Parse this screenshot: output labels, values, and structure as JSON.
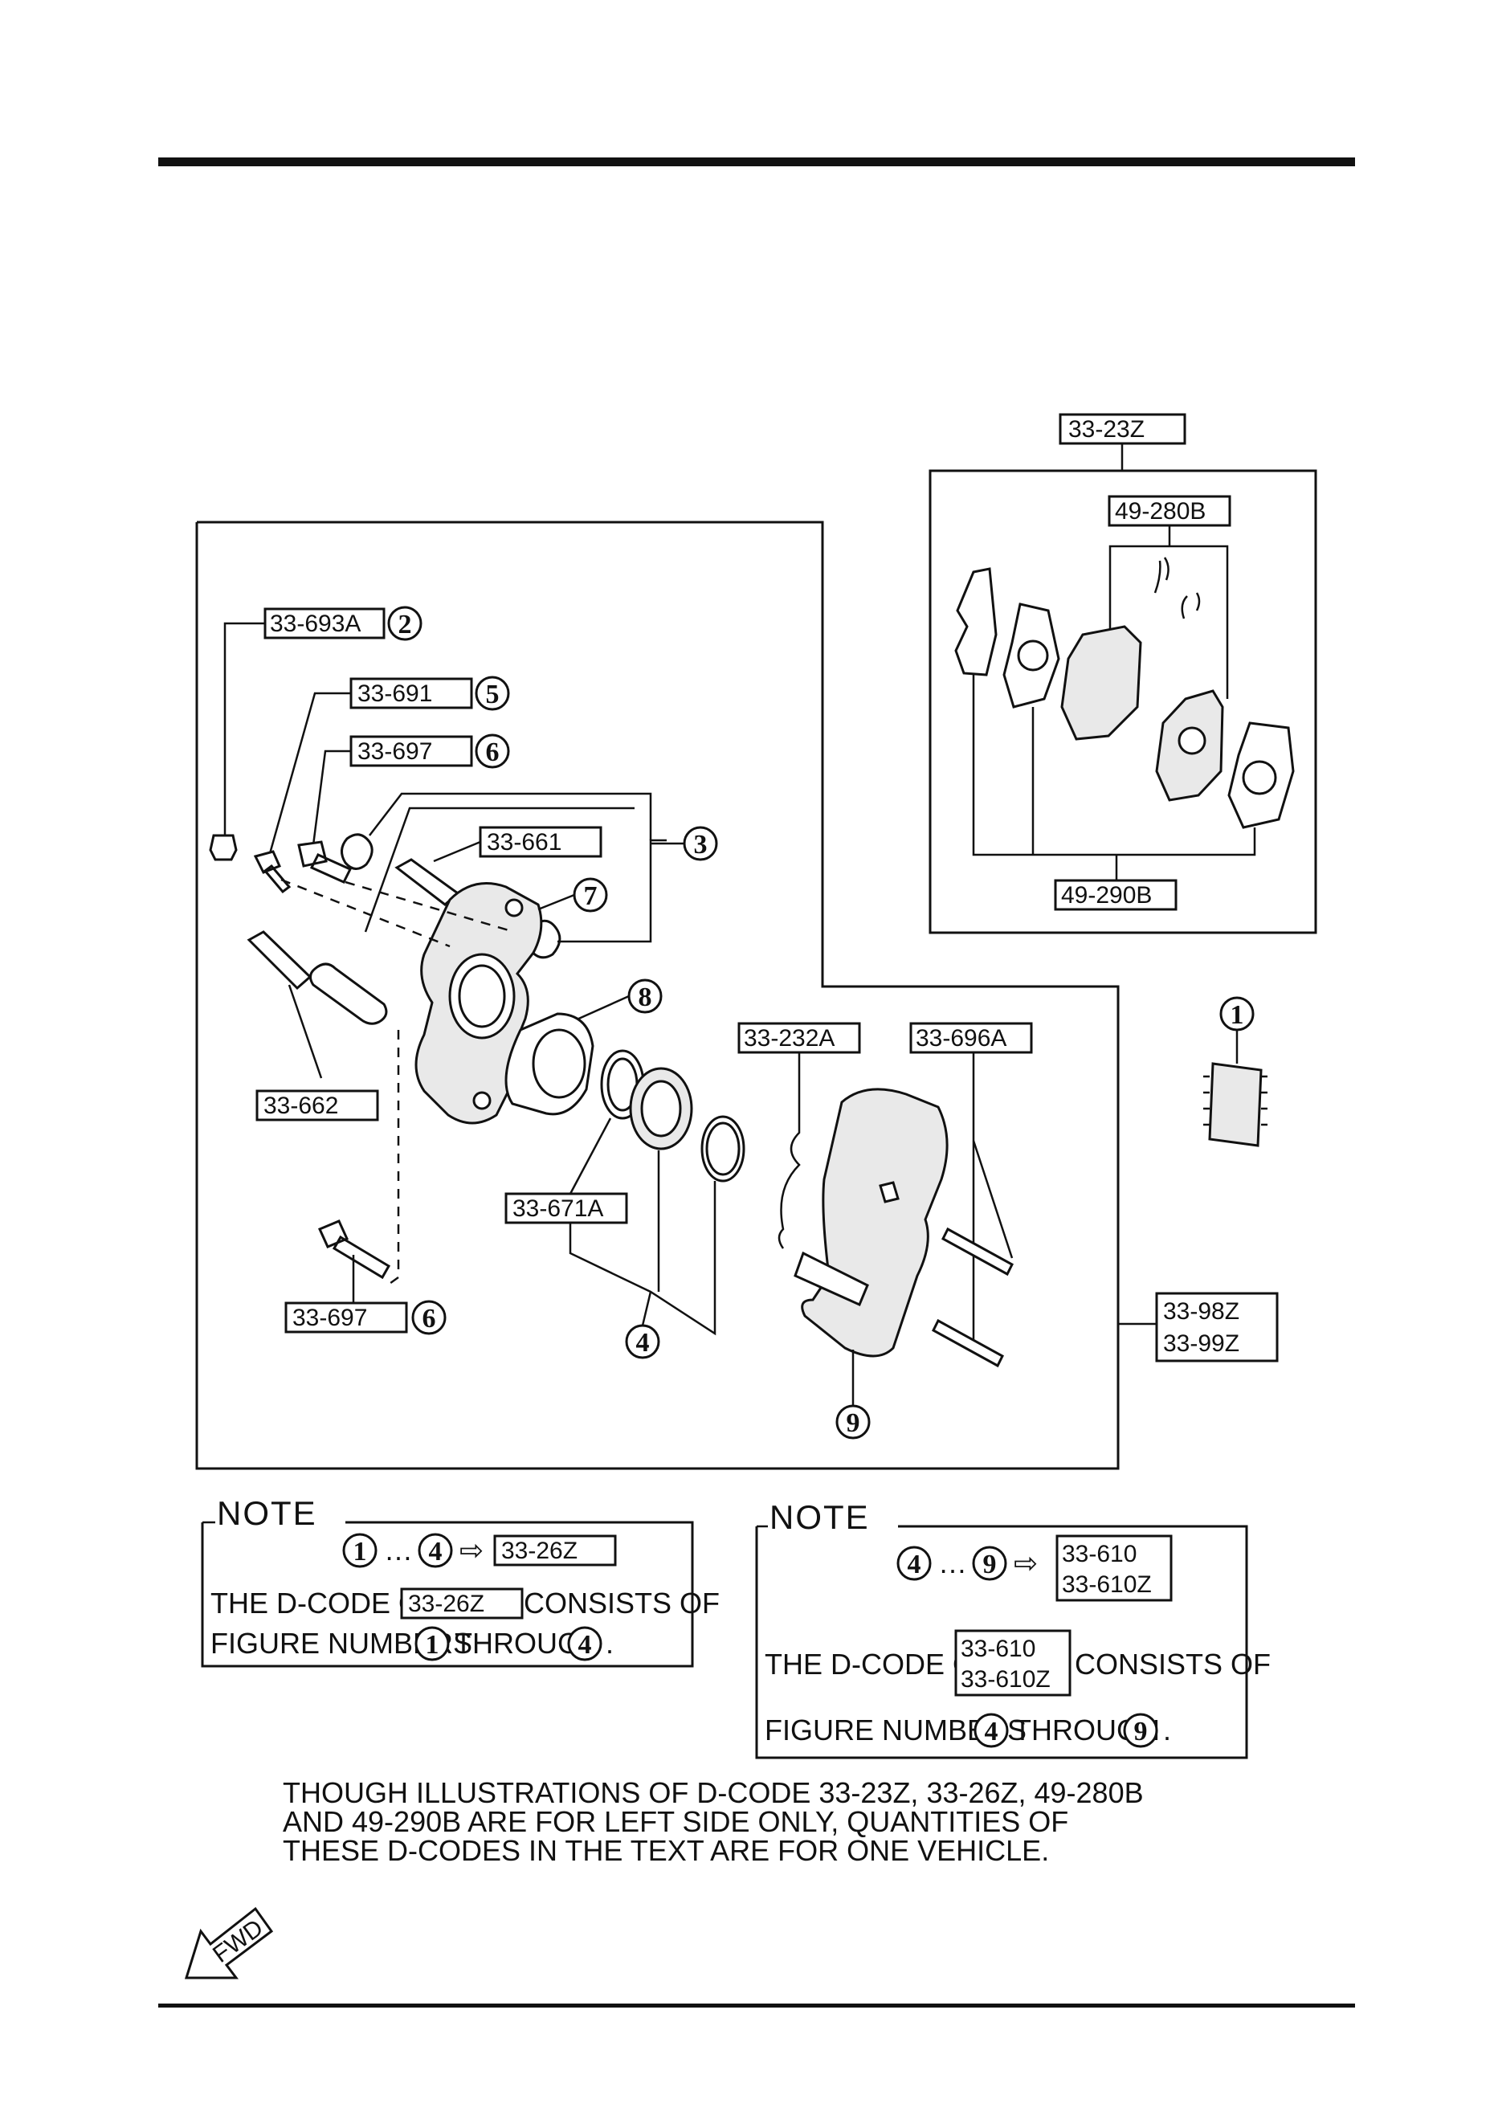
{
  "labels": {
    "code_33_23z": "33-23Z",
    "code_49_280b": "49-280B",
    "code_49_290b": "49-290B",
    "code_33_693a": "33-693A",
    "code_33_691": "33-691",
    "code_33_697_top": "33-697",
    "code_33_661": "33-661",
    "code_33_662": "33-662",
    "code_33_232a": "33-232A",
    "code_33_696a": "33-696A",
    "code_33_671a": "33-671A",
    "code_33_697_bottom": "33-697",
    "code_33_98z": "33-98Z",
    "code_33_99z": "33-99Z"
  },
  "figure_numbers": {
    "n1": "1",
    "n2": "2",
    "n3": "3",
    "n4": "4",
    "n5": "5",
    "n6": "6",
    "n7": "7",
    "n8": "8",
    "n9": "9"
  },
  "note_left": {
    "title": "NOTE",
    "range_from": "1",
    "range_to": "4",
    "ellipsis": "…",
    "arrow": "⇨",
    "code": "33-26Z",
    "line1_prefix": "THE D-CODE OF",
    "line1_code": "33-26Z",
    "line1_suffix": "CONSISTS OF",
    "line2_prefix": "FIGURE NUMBERS",
    "line2_from": "1",
    "line2_mid": "THROUGH",
    "line2_to": "4",
    "line2_end": "."
  },
  "note_right": {
    "title": "NOTE",
    "range_from": "4",
    "range_to": "9",
    "ellipsis": "…",
    "arrow": "⇨",
    "code_a": "33-610",
    "code_b": "33-610Z",
    "line1_prefix": "THE D-CODE OF",
    "line1_code_a": "33-610",
    "line1_code_b": "33-610Z",
    "line1_suffix": "CONSISTS OF",
    "line2_prefix": "FIGURE NUMBERS",
    "line2_from": "4",
    "line2_mid": "THROUGH",
    "line2_to": "9",
    "line2_end": "."
  },
  "footer_text": {
    "line1": "THOUGH ILLUSTRATIONS OF D-CODE 33-23Z, 33-26Z, 49-280B",
    "line2": "AND 49-290B ARE FOR LEFT SIDE ONLY, QUANTITIES OF",
    "line3": "THESE D-CODES IN THE TEXT ARE FOR ONE VEHICLE."
  },
  "fwd_arrow": {
    "label": "FWD",
    "icon": "fwd-arrow-icon"
  }
}
